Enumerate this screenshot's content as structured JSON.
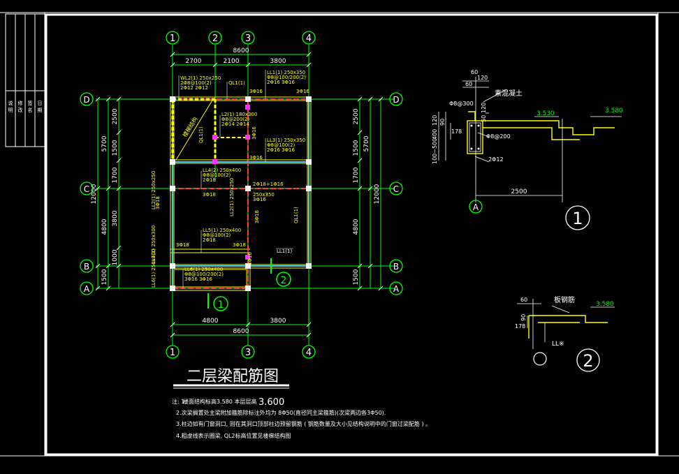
{
  "colors": {
    "background": "#000000",
    "frame": "#ffffff",
    "axis": "#00ff00",
    "dimension": "#ffffff",
    "beam_text": "#ffff00",
    "wall": "#ffff00",
    "column": "#ffffff",
    "beam_red": "#ff3b3b",
    "cyan": "#3fd0e8",
    "magenta": "#ff33ff"
  },
  "title_block": {
    "cells": [
      "说",
      "明",
      "修",
      "改",
      "签",
      "名",
      "日",
      "期"
    ]
  },
  "plan": {
    "title": "二层梁配筋图",
    "grid_top": [
      "1",
      "2",
      "3",
      "4"
    ],
    "grid_bottom": [
      "1",
      "3",
      "4"
    ],
    "grid_left": [
      "D",
      "C",
      "B",
      "A"
    ],
    "grid_right": [
      "D",
      "C",
      "B",
      "A"
    ],
    "dim_top_total": "8600",
    "dim_top_parts": [
      "2700",
      "2100",
      "3800"
    ],
    "dim_bottom_parts": [
      "4800",
      "3800"
    ],
    "dim_bottom_total": "8600",
    "dim_left_outer": [
      "5700",
      "12000",
      "4800",
      "1500"
    ],
    "dim_left_inner": [
      "2500",
      "1500",
      "1700",
      "3800",
      "1000"
    ],
    "dim_right_inner": [
      "2500",
      "1500",
      "1700",
      "4800",
      "1500"
    ],
    "dim_right_outer": [
      "5700",
      "12000"
    ],
    "beam_labels": {
      "wl2": "WL2(1) 250x250",
      "wl2_b": "2Φ8@100(2)",
      "wl2_c": "2Φ12 2Φ12",
      "ql1": "QL1(1)",
      "ll1": "LL1(1) 250x350",
      "ll1_b": "Φ8@100/200(2)",
      "ll1_c": "2Φ16 3Φ16",
      "c3116": "3Φ16",
      "l2": "L2(1) 180x300",
      "l2_b": "Φ8@200(2)",
      "l2_c": "2Φ14 2Φ14",
      "slope": "楼梯结构",
      "ll3": "LL3(1) 250x350",
      "ll3_b": "Φ8@100(2)",
      "ll3_c": "2Φ16 3Φ16",
      "ll4": "LL4(2) 250x400",
      "ll4_b": "Φ8@100(2)",
      "ll4_c": "2Φ18",
      "c3118": "3Φ18",
      "c2118": "2Φ18+1Φ16",
      "c250": "250x350",
      "ll2": "LL2(1) 250x250",
      "ll5": "LL5(1) 250x400",
      "ll5_b": "Φ8@100(2)",
      "ll5_c": "2Φ18",
      "ll6": "LL6(1) 250x400",
      "ll6_b": "Φ8@100/200(2)",
      "ll6_c": "3Φ16 3Φ16",
      "ll7": "LL7(1) 250x300",
      "ll1_small": "LL1(1)",
      "ql1c": "QL1(1)",
      "section1": "1",
      "section2": "2"
    }
  },
  "detail1": {
    "title": "1",
    "axis": "A",
    "material": "素混凝土",
    "stirrup_top": "Φ8@300",
    "stirrup_mid": "Φ8@200",
    "bar": "2Φ12",
    "elev1": "3.530",
    "elev2": "3.580",
    "dims": [
      "60",
      "60",
      "120",
      "120",
      "90",
      "178",
      "400",
      "100~500",
      "50",
      "120"
    ],
    "span": "2500"
  },
  "detail2": {
    "title": "2",
    "material": "板钢筋",
    "elev": "3.580",
    "dims": [
      "60",
      "90",
      "178"
    ],
    "beam": "LL※"
  },
  "notes": {
    "n1_label": "注: 1.",
    "n1": "楼面结构标高3.580  本层层高",
    "n1_big": "3.600",
    "n2": "2.次梁搁置处主梁附加箍筋除标注外均为 8Φ50(直径同主梁箍筋)(次梁两边各3Φ50).",
    "n3": "3.柱边如有门窗洞口, 则在其洞口顶部柱边预留钢筋 ( 钢筋数量及大小见结构说明中的门窗过梁配筋 ) 。",
    "n4": "4.粗虚线表示圈梁, QL2标高位置见楼梯结构图"
  }
}
